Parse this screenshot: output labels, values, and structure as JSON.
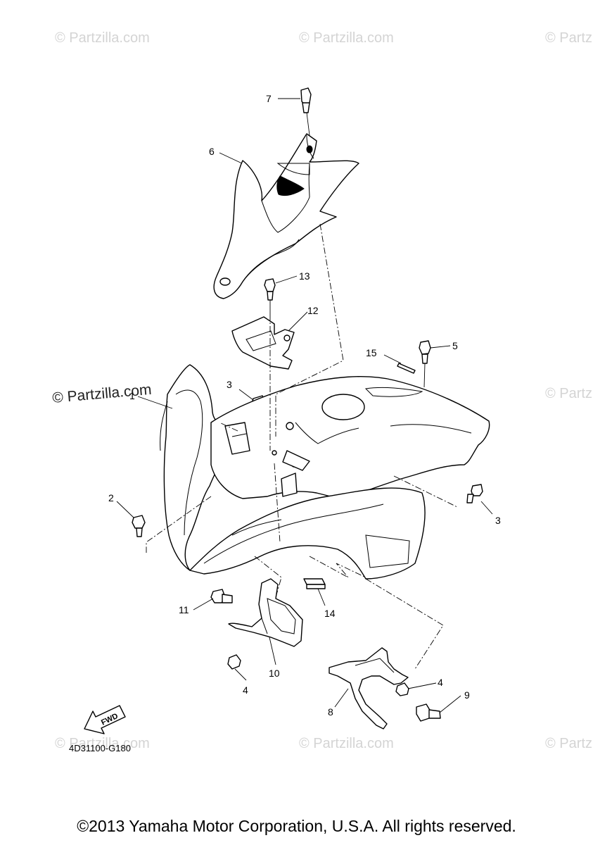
{
  "watermark": {
    "text": "© Partzilla.com",
    "emphasized_text": "© Partzilla.com"
  },
  "callouts": {
    "c1": "1",
    "c2": "2",
    "c3a": "3",
    "c3b": "3",
    "c4a": "4",
    "c4b": "4",
    "c5": "5",
    "c6": "6",
    "c7": "7",
    "c8": "8",
    "c9": "9",
    "c10": "10",
    "c11": "11",
    "c12": "12",
    "c13": "13",
    "c14": "14",
    "c15": "15"
  },
  "fwd_label": "FWD",
  "diagram_code": "4D31100-G180",
  "copyright": "©2013 Yamaha Motor Corporation, U.S.A. All rights reserved."
}
